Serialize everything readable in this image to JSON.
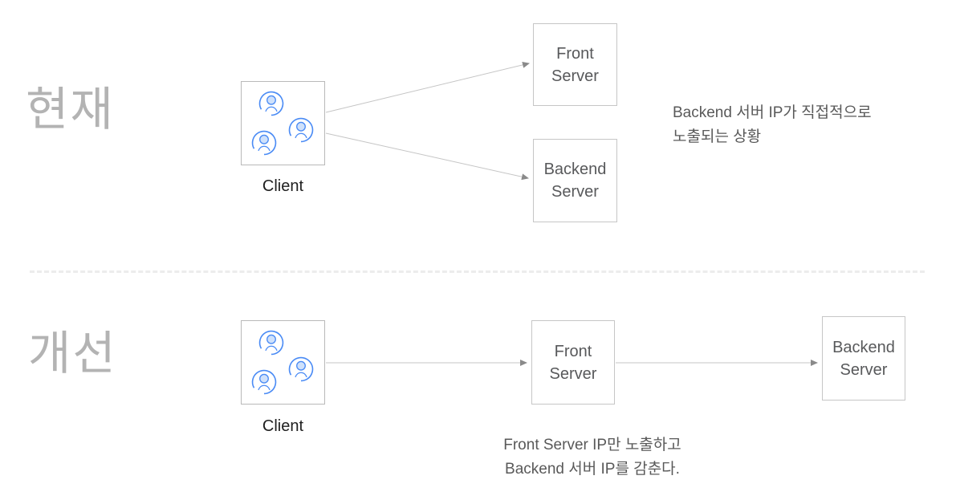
{
  "sections": {
    "current": {
      "label": "현재",
      "client": {
        "label": "Client"
      },
      "front_server": {
        "line1": "Front",
        "line2": "Server"
      },
      "backend_server": {
        "line1": "Backend",
        "line2": "Server"
      },
      "annotation": {
        "line1": "Backend 서버 IP가 직접적으로",
        "line2": "노출되는 상황"
      }
    },
    "improved": {
      "label": "개선",
      "client": {
        "label": "Client"
      },
      "front_server": {
        "line1": "Front",
        "line2": "Server"
      },
      "backend_server": {
        "line1": "Backend",
        "line2": "Server"
      },
      "annotation": {
        "line1": "Front Server IP만 노출하고",
        "line2": "Backend 서버 IP를 감춘다."
      }
    }
  },
  "icons": {
    "client_users": "user-in-circle-icon"
  },
  "colors": {
    "section_label": "#b3b3b3",
    "box_border": "#c6c6c6",
    "node_text": "#58595b",
    "client_text": "#1f1f1f",
    "annotation_text": "#595959",
    "arrow_line": "#c5c5c5",
    "arrowhead": "#8a8a8a",
    "icon_blue": "#4a8bf5",
    "icon_head_fill": "#cfe1fb",
    "divider": "#ececec"
  }
}
